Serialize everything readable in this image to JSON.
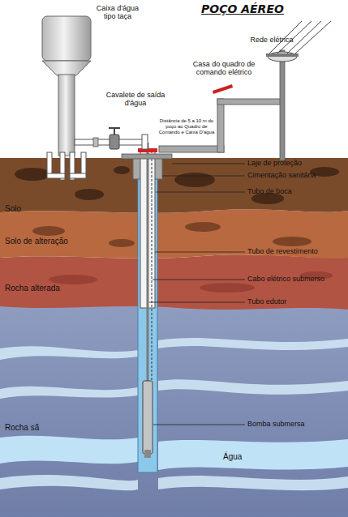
{
  "diagram": {
    "title": "POÇO AÉREO",
    "labels": [
      "Caixa d'água tipo taça",
      "Cavalete de saída d'água",
      "Rede elétrica",
      "Casa do quadro de comando elétrico",
      "Distância de 5 a 10 m do poço ao Quadro de Comando e Caixa D'água",
      "Laje de proteção",
      "Cimentação sanitária",
      "Tubo de boca",
      "Solo",
      "Solo de alteração",
      "Tubo de revestimento",
      "Cabo elétrico submerso",
      "Rocha alterada",
      "Tubo edutor",
      "Bomba submersa",
      "Rocha sã",
      "Água"
    ]
  }
}
